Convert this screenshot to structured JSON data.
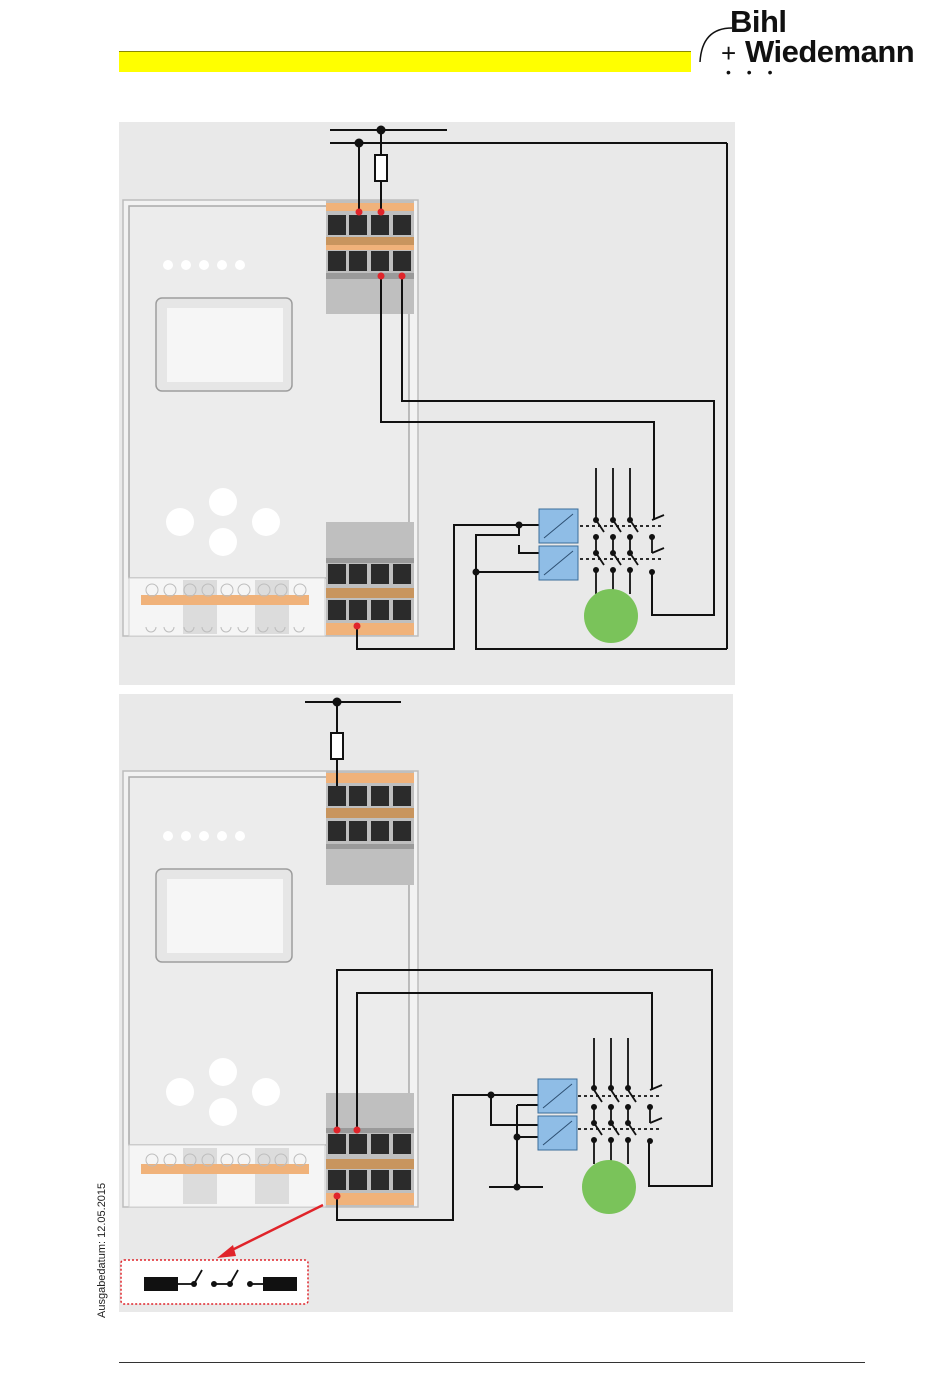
{
  "header": {
    "logo_line1": "Bihl",
    "logo_line2": "Wiedemann",
    "logo_plus": "+",
    "logo_dots": "• • •",
    "accent_bar_color": "#ffff00"
  },
  "footer": {
    "issue_date": "Ausgabedatum: 12.05.2015"
  },
  "colors": {
    "panel_background": "#e9e9e9",
    "terminal_orange": "#f0b27a",
    "terminal_dark": "#2b2b2b",
    "contactor_blue": "#8fbde6",
    "motor_green": "#7ac35a",
    "connection_dot_red": "#e0242a",
    "annotation_red": "#e0242a"
  },
  "diagrams": [
    {
      "name": "wiring-diagram-top"
    },
    {
      "name": "wiring-diagram-bottom",
      "inset": "series-contact-detail"
    }
  ]
}
